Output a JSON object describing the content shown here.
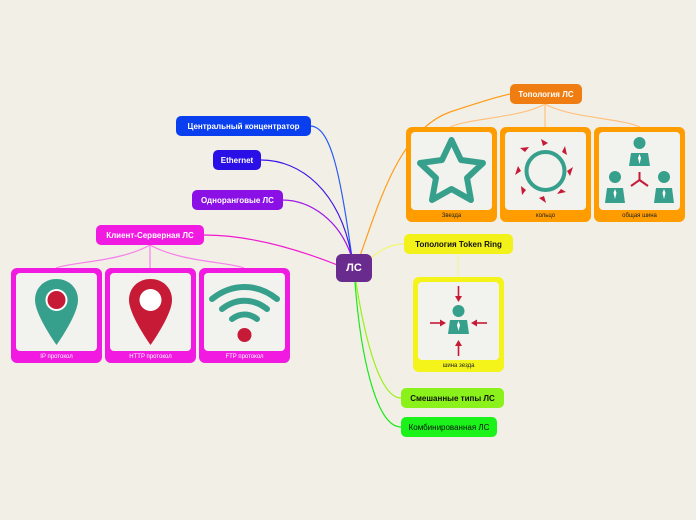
{
  "center": {
    "label": "ЛС"
  },
  "nodes": {
    "topology": {
      "label": "Топология ЛС",
      "color": "#ef7d11"
    },
    "central_hub": {
      "label": "Центральный концентратор",
      "color": "#0a3ff0"
    },
    "ethernet": {
      "label": "Ethernet",
      "color": "#2a10e6"
    },
    "peer": {
      "label": "Одноранговые ЛС",
      "color": "#8a10e6"
    },
    "client_server": {
      "label": "Клиент-Серверная ЛС",
      "color": "#f01ae0"
    },
    "token_ring": {
      "label": "Топология Token Ring",
      "color": "#f2f21a"
    },
    "mixed": {
      "label": "Смешанные типы ЛС",
      "color": "#8af21a"
    },
    "combined": {
      "label": "Комбинированная ЛС",
      "color": "#1af21a"
    }
  },
  "cards": {
    "star": {
      "caption": "Звезда",
      "icon": "star-icon"
    },
    "ring": {
      "caption": "кольцо",
      "icon": "ring-icon"
    },
    "bus": {
      "caption": "общая шина",
      "icon": "people-network-icon"
    },
    "star_bus": {
      "caption": "шина зезда",
      "icon": "person-arrows-icon"
    },
    "ip": {
      "caption": "IP протокол",
      "icon": "map-pin-icon"
    },
    "http": {
      "caption": "HTTP протокол",
      "icon": "map-pin-icon"
    },
    "ftp": {
      "caption": "FTP протокол",
      "icon": "wifi-icon"
    }
  },
  "colors": {
    "icon_teal": "#37a08c",
    "icon_red": "#c61a36",
    "orange": "#ff9c00",
    "yellow": "#f4f41a",
    "magenta": "#f01ae0"
  }
}
